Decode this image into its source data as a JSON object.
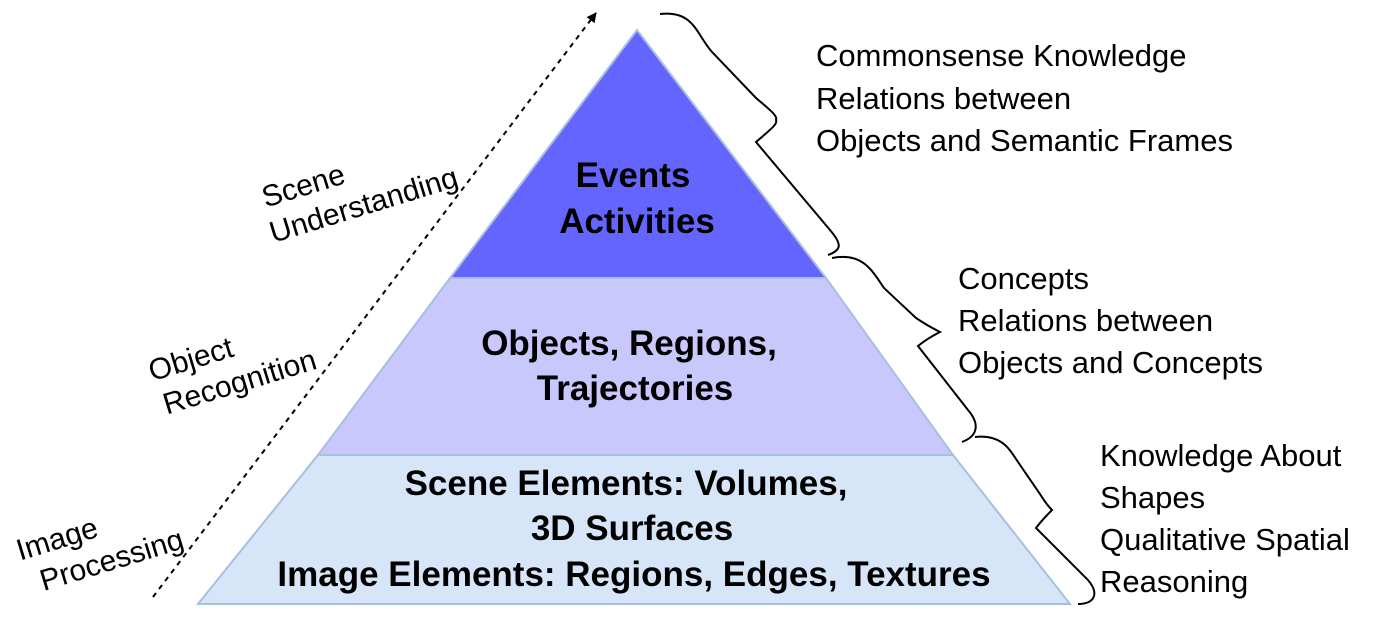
{
  "pyramid": {
    "top": {
      "lines": [
        "Events",
        "Activities"
      ],
      "color": "#6464ff"
    },
    "middle": {
      "lines": [
        "Objects, Regions,",
        "Trajectories"
      ],
      "color": "#c8c8fc"
    },
    "bottom": {
      "lines": [
        "Scene Elements: Volumes,",
        "3D Surfaces",
        "Image Elements: Regions, Edges, Textures"
      ],
      "color": "#d6e6f8"
    },
    "outline_color": "#a8bfe0"
  },
  "axis_labels": {
    "scene_understanding": [
      "Scene",
      "Understanding"
    ],
    "object_recognition": [
      "Object",
      "Recognition"
    ],
    "image_processing": [
      "Image",
      "Processing"
    ]
  },
  "knowledge": {
    "top": [
      "Commonsense Knowledge",
      "Relations between",
      "Objects and Semantic Frames"
    ],
    "middle": [
      "Concepts",
      "Relations between",
      "Objects and Concepts"
    ],
    "bottom": [
      "Knowledge About",
      "Shapes",
      "Qualitative Spatial",
      "Reasoning"
    ]
  }
}
